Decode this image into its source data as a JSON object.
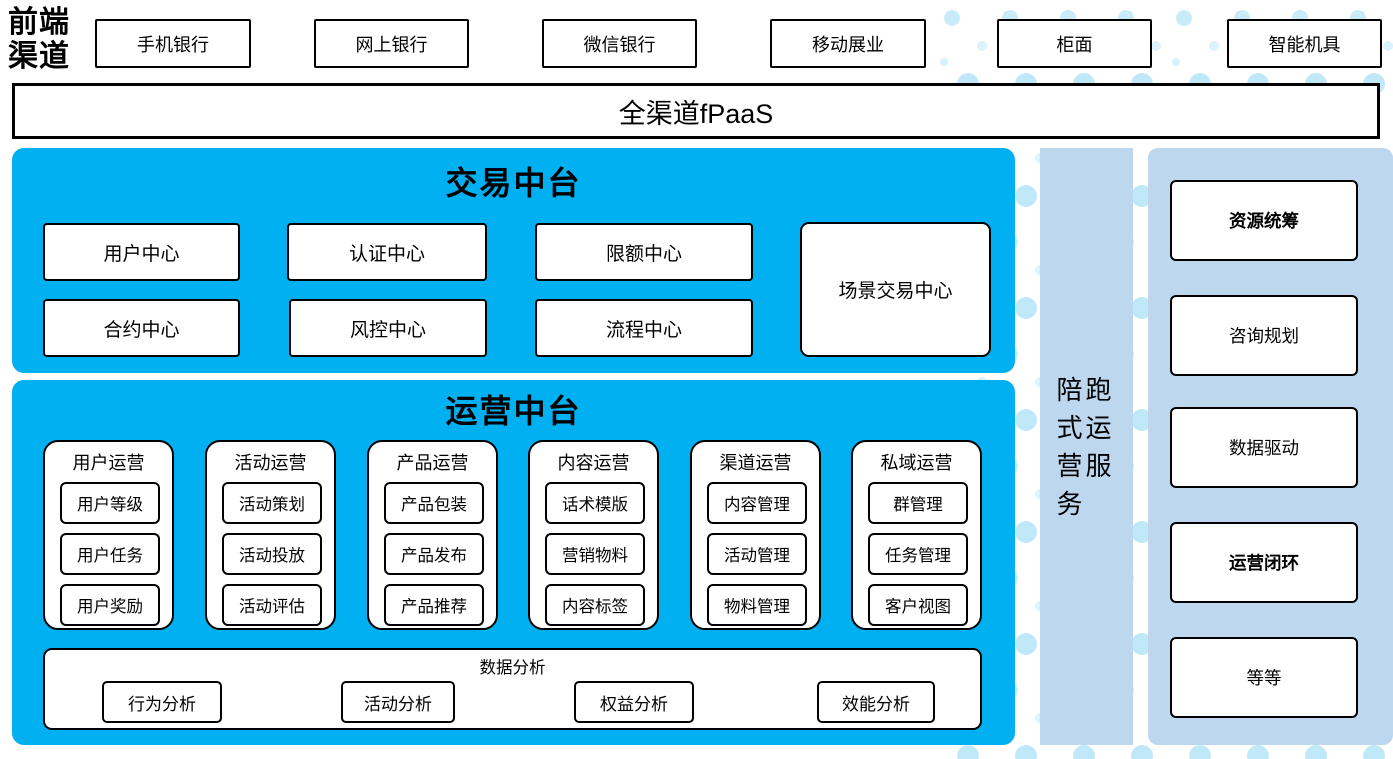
{
  "colors": {
    "primary_blue": "#00b0f0",
    "light_blue": "#bdd7ee",
    "dot_blue": "#c9ecf9",
    "box_bg": "#ffffff",
    "border": "#000000"
  },
  "front_channels": {
    "label": "前端\n渠道",
    "items": [
      "手机银行",
      "网上银行",
      "微信银行",
      "移动展业",
      "柜面",
      "智能机具"
    ]
  },
  "fpaas": {
    "label": "全渠道fPaaS"
  },
  "transaction": {
    "title": "交易中台",
    "centers": [
      "用户中心",
      "认证中心",
      "限额中心",
      "合约中心",
      "风控中心",
      "流程中心"
    ],
    "scene_center": "场景交易中心"
  },
  "operation": {
    "title": "运营中台",
    "columns": [
      {
        "header": "用户运营",
        "items": [
          "用户等级",
          "用户任务",
          "用户奖励"
        ]
      },
      {
        "header": "活动运营",
        "items": [
          "活动策划",
          "活动投放",
          "活动评估"
        ]
      },
      {
        "header": "产品运营",
        "items": [
          "产品包装",
          "产品发布",
          "产品推荐"
        ]
      },
      {
        "header": "内容运营",
        "items": [
          "话术模版",
          "营销物料",
          "内容标签"
        ]
      },
      {
        "header": "渠道运营",
        "items": [
          "内容管理",
          "活动管理",
          "物料管理"
        ]
      },
      {
        "header": "私域运营",
        "items": [
          "群管理",
          "任务管理",
          "客户视图"
        ]
      }
    ],
    "analysis": {
      "title": "数据分析",
      "items": [
        "行为分析",
        "活动分析",
        "权益分析",
        "效能分析"
      ]
    }
  },
  "companion": {
    "label": "陪跑式运营服务"
  },
  "advisory": {
    "items": [
      {
        "label": "资源统筹",
        "bold": true
      },
      {
        "label": "咨询规划",
        "bold": false
      },
      {
        "label": "数据驱动",
        "bold": false
      },
      {
        "label": "运营闭环",
        "bold": true
      },
      {
        "label": "等等",
        "bold": false
      }
    ]
  }
}
